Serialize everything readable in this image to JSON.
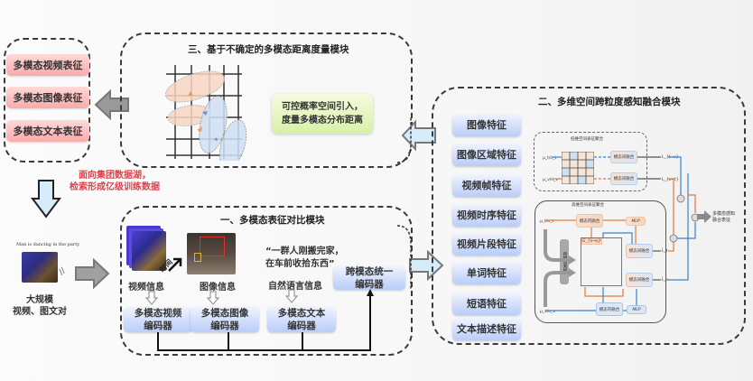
{
  "left_panel": {
    "items": [
      {
        "label": "多模态视频表征"
      },
      {
        "label": "多模态图像表征"
      },
      {
        "label": "多模态文本表征"
      }
    ]
  },
  "module3": {
    "title": "三、基于不确定的多模态距离度量模块",
    "note_lines": [
      "可控概率空间引入，",
      "度量多模态分布距离"
    ]
  },
  "data_source": {
    "note_lines": [
      "面向集团数据湖，",
      "检索形成亿级训练数据"
    ],
    "caption": "Man is dancing in the party",
    "label_lines": [
      "大规模",
      "视频、图文对"
    ]
  },
  "module1": {
    "title": "一、多模态表征对比模块",
    "time_label": "时间",
    "quote_lines": [
      "“一群人刚搬完家，",
      "在车前收拾东西”"
    ],
    "inputs": [
      {
        "label": "视频信息",
        "encoder": [
          "多模态视频",
          "编码器"
        ]
      },
      {
        "label": "图像信息",
        "encoder": [
          "多模态图像",
          "编码器"
        ]
      },
      {
        "label": "自然语言信息",
        "encoder": [
          "多模态文本",
          "编码器"
        ]
      }
    ],
    "unified_encoder": [
      "跨模态统一",
      "编码器"
    ]
  },
  "module2": {
    "title": "二、多维空间跨粒度感知融合模块",
    "features": [
      {
        "label": "图像特征"
      },
      {
        "label": "图像区域特征"
      },
      {
        "label": "视频帧特征"
      },
      {
        "label": "视频时序特征"
      },
      {
        "label": "视频片段特征"
      },
      {
        "label": "单词特征"
      },
      {
        "label": "短语特征"
      },
      {
        "label": "文本描述特征"
      }
    ],
    "low_dim": {
      "title": "低维空间表征聚合",
      "inputs": [
        "μ_t/σ_t",
        "μ_v/σ_v"
      ],
      "fusion": [
        "模态间融合",
        "模态间融合"
      ],
      "outputs": [
        "L_{t→v}",
        "L_{v→t}"
      ]
    },
    "high_dim": {
      "title": "高维空间表征聚合",
      "inputs": [
        "μ_t/σ_t",
        "μ_v/σ_v"
      ],
      "intra_fusion": "模态内融合",
      "mlp": "MLP",
      "sampler": "跨模态采样",
      "matrix": [
        "G_{t→t}",
        "G_{t→v}",
        "G_{v→t}",
        "G_{v→v}"
      ],
      "inter_fusion": [
        "模态间融合",
        "模态间融合"
      ],
      "outputs": [
        "L̂_t",
        "L̂_v"
      ]
    },
    "output_label": [
      "多模态感知",
      "融合表征"
    ],
    "colors": {
      "orange": "#e07a3a",
      "blue": "#3b82c8"
    }
  }
}
